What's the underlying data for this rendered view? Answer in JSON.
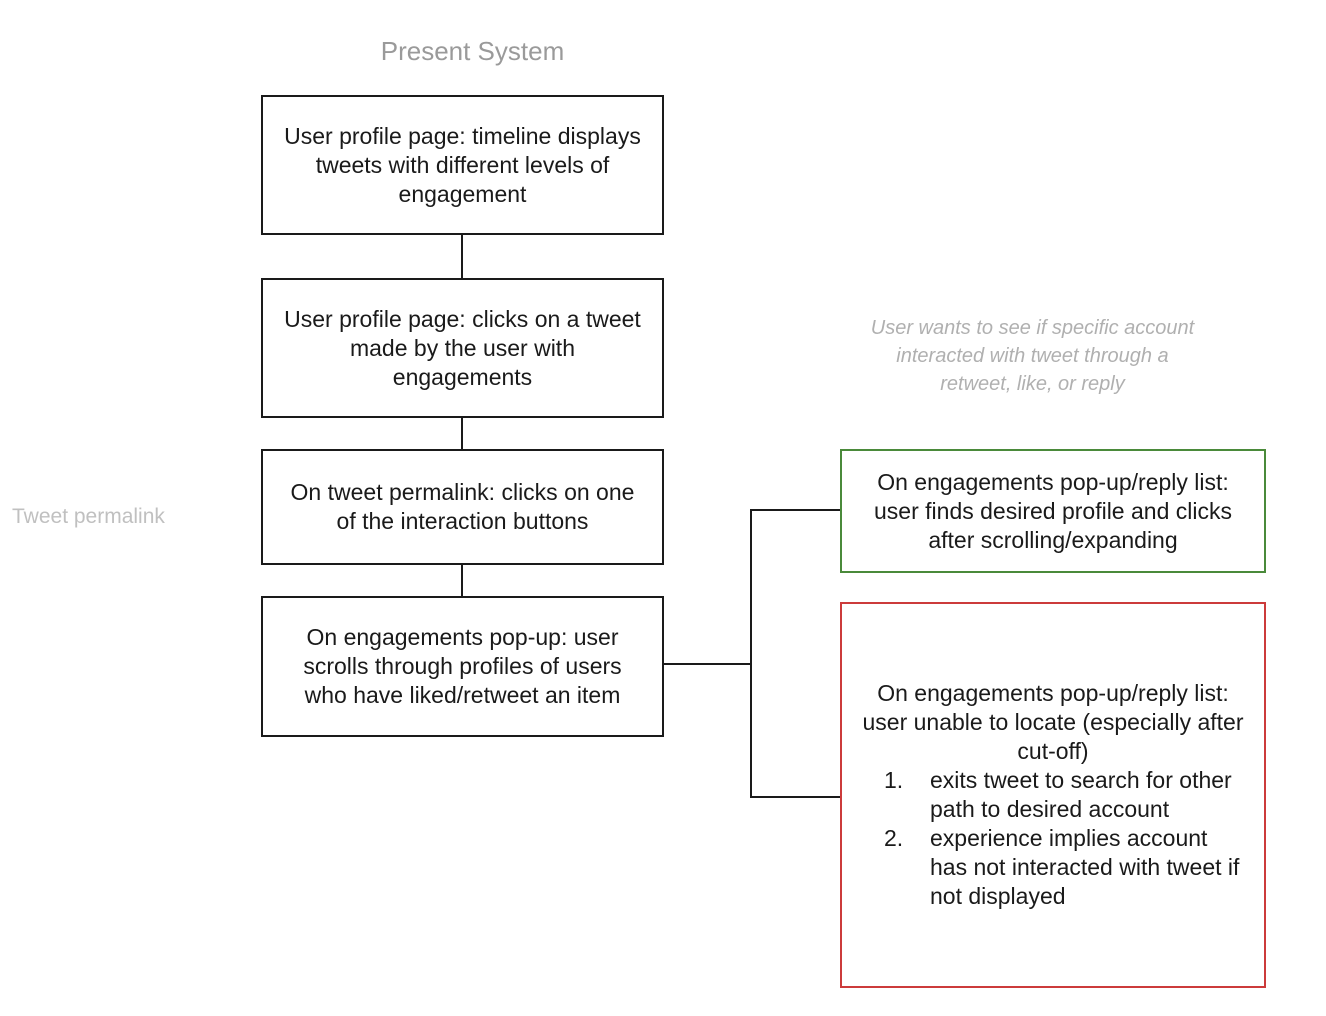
{
  "diagram": {
    "title": "Present System",
    "side_label": "Tweet permalink",
    "note": "User wants to see if specific account interacted with tweet through a retweet, like, or reply",
    "boxes": {
      "profile_timeline": "User profile page: timeline displays tweets with different levels of engagement",
      "profile_click": "User profile page: clicks on a tweet made by the user with engagements",
      "permalink_click": "On tweet permalink: clicks on one of the interaction buttons",
      "engagement_scroll": "On engagements pop-up: user scrolls through profiles of users who have liked/retweet an item",
      "success": "On engagements pop-up/reply list: user finds desired profile and clicks after scrolling/expanding",
      "failure": {
        "heading": "On engagements pop-up/reply list: user unable to locate (especially after cut-off)",
        "items": [
          {
            "num": "1.",
            "text": "exits tweet to search for other path to desired account"
          },
          {
            "num": "2.",
            "text": "experience implies account has not interacted with tweet if not displayed"
          }
        ]
      }
    },
    "colors": {
      "success_border": "#4a8a3a",
      "failure_border": "#cc3b3b",
      "muted_text": "#9a9a9a"
    }
  }
}
